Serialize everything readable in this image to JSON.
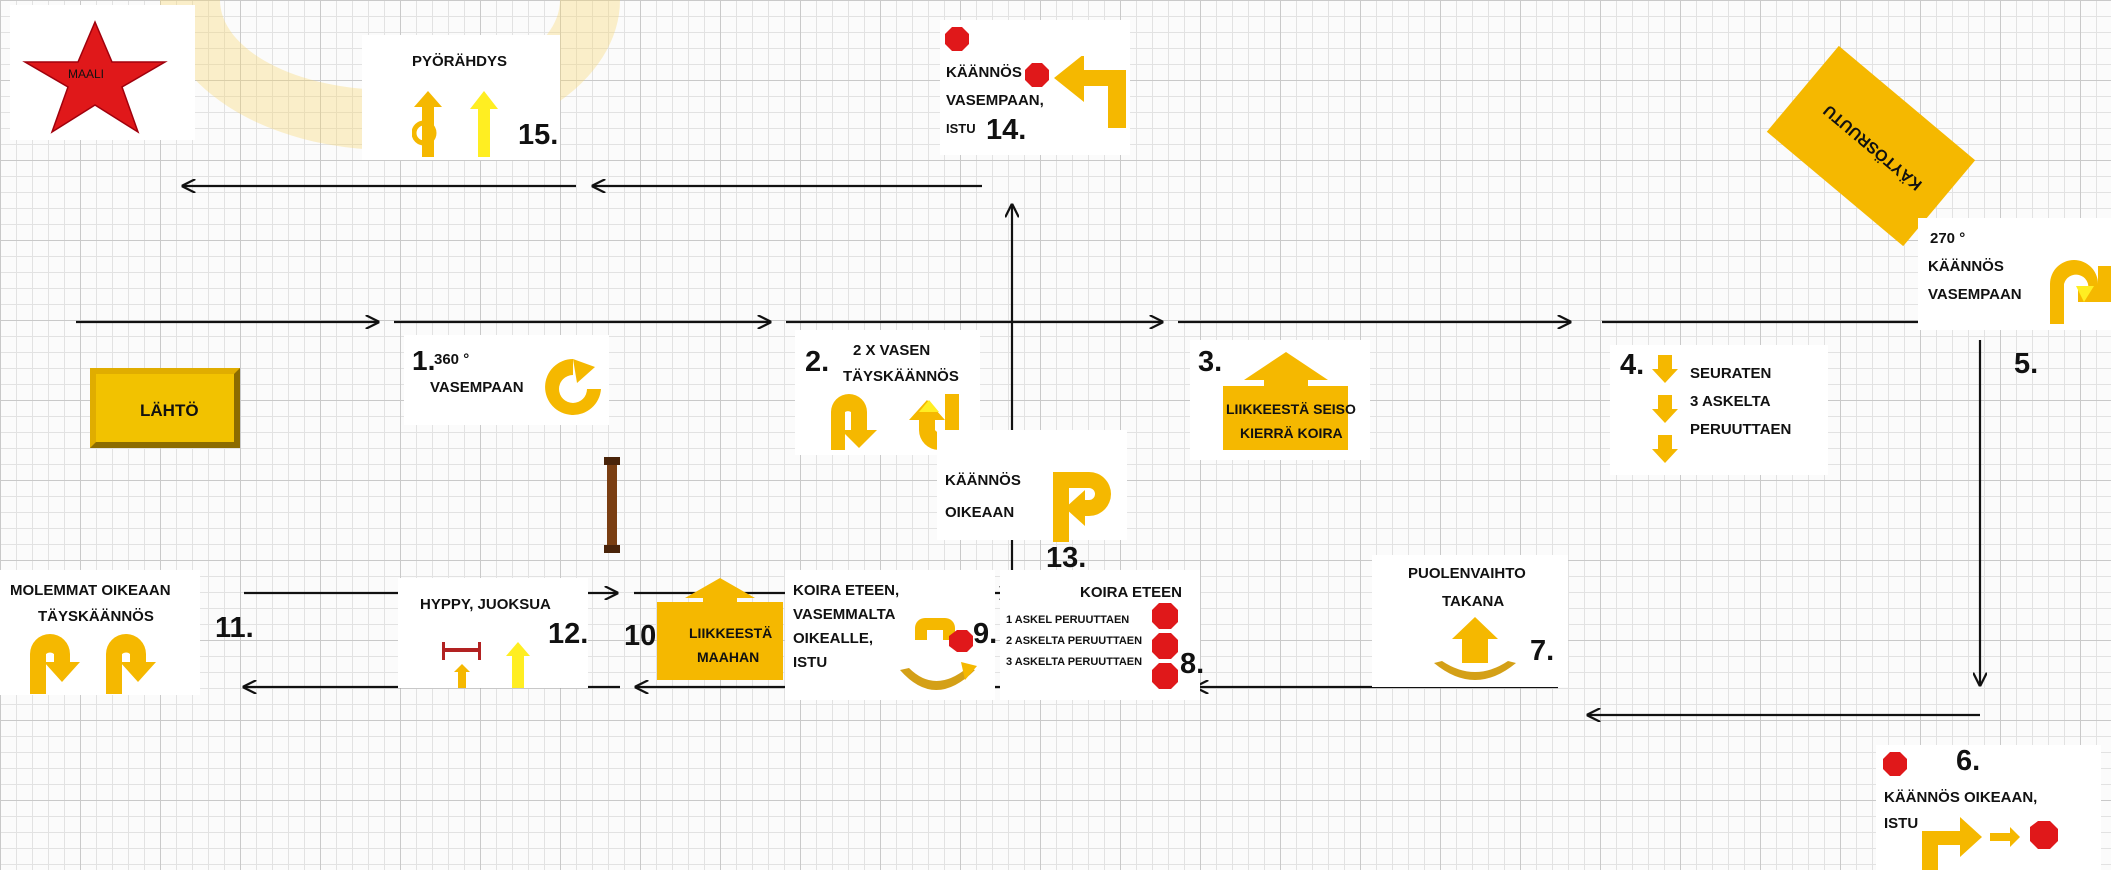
{
  "finish_label": "MAALI",
  "start_label": "LÄHTÖ",
  "type_area_label": "KÄYTÖSRUUTU",
  "colors": {
    "accent": "#f5b800",
    "yellow": "#ffee22",
    "stop": "#e0181a",
    "start_box": "#f2c200",
    "arrow": "#111111"
  },
  "stations": [
    {
      "num": "1.",
      "text": [
        "360 °",
        "VASEMPAAN"
      ],
      "icon": "counterclockwise-circle-arrow-icon"
    },
    {
      "num": "2.",
      "text": [
        "2  X  VASEN",
        "TÄYSKÄÄNNÖS"
      ],
      "icon": "u-turn-arrows-icon"
    },
    {
      "num": "3.",
      "text": [
        "LIIKKEESTÄ SEISO",
        "KIERRÄ KOIRA"
      ],
      "icon": "up-arrow-sign-icon"
    },
    {
      "num": "4.",
      "text": [
        "SEURATEN",
        "3 ASKELTA",
        "PERUUTTAEN"
      ],
      "icon": "down-arrows-icon"
    },
    {
      "num": "5.",
      "text": [
        "270 °",
        "KÄÄNNÖS",
        "VASEMPAAN"
      ],
      "icon": "turn-arrow-icon"
    },
    {
      "num": "6.",
      "text": [
        "KÄÄNNÖS OIKEAAN,",
        "ISTU"
      ],
      "icon": "right-turn-stop-icon"
    },
    {
      "num": "7.",
      "text": [
        "PUOLENVAIHTO",
        "TAKANA"
      ],
      "icon": "change-side-arrow-icon"
    },
    {
      "num": "8.",
      "text": [
        "KOIRA ETEEN",
        "1 ASKEL PERUUTTAEN",
        "2 ASKELTA PERUUTTAEN",
        "3 ASKELTA PERUUTTAEN"
      ],
      "icon": "stop-signs-icon"
    },
    {
      "num": "9.",
      "text": [
        "KOIRA ETEEN,",
        "VASEMMALTA",
        "OIKEALLE,",
        "ISTU"
      ],
      "icon": "circle-arrow-stop-icon"
    },
    {
      "num": "10.",
      "text": [
        "LIIKKEESTÄ",
        "MAAHAN"
      ],
      "icon": "down-sign-icon"
    },
    {
      "num": "11.",
      "text": [
        "MOLEMMAT OIKEAAN",
        "TÄYSKÄÄNNÖS"
      ],
      "icon": "right-u-turn-arrows-icon"
    },
    {
      "num": "12.",
      "text": [
        "HYPPY, JUOKSUA"
      ],
      "icon": "jump-hurdle-icon"
    },
    {
      "num": "13.",
      "text": [
        "KÄÄNNÖS",
        "OIKEAAN"
      ],
      "icon": "right-turn-arrow-icon"
    },
    {
      "num": "14.",
      "text": [
        "KÄÄNNÖS",
        "VASEMPAAN,",
        "ISTU"
      ],
      "icon": "left-turn-stop-icon"
    },
    {
      "num": "15.",
      "text": [
        "PYÖRÄHDYS"
      ],
      "icon": "spin-arrows-icon"
    }
  ]
}
